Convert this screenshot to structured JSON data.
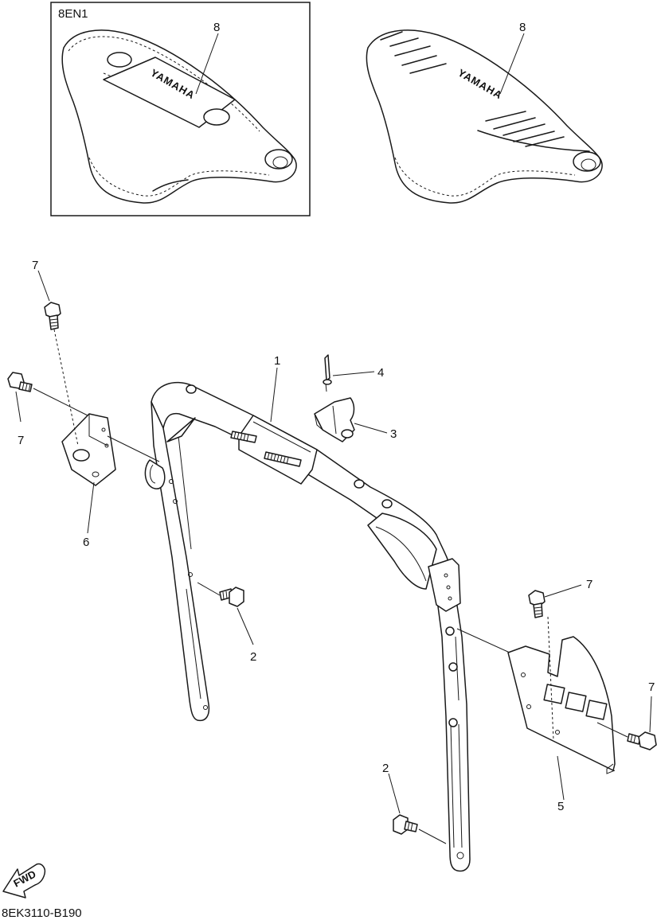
{
  "inset": {
    "label": "8EN1"
  },
  "callouts": {
    "c1": "1",
    "c2a": "2",
    "c2b": "2",
    "c3": "3",
    "c4": "4",
    "c5": "5",
    "c6": "6",
    "c7a": "7",
    "c7b": "7",
    "c7c": "7",
    "c7d": "7",
    "c8a": "8",
    "c8b": "8"
  },
  "brand_marks": {
    "left": "YAMAHA",
    "right": "YAMAHA"
  },
  "fwd_badge": "FWD",
  "diagram_code": "8EK3110-B190"
}
